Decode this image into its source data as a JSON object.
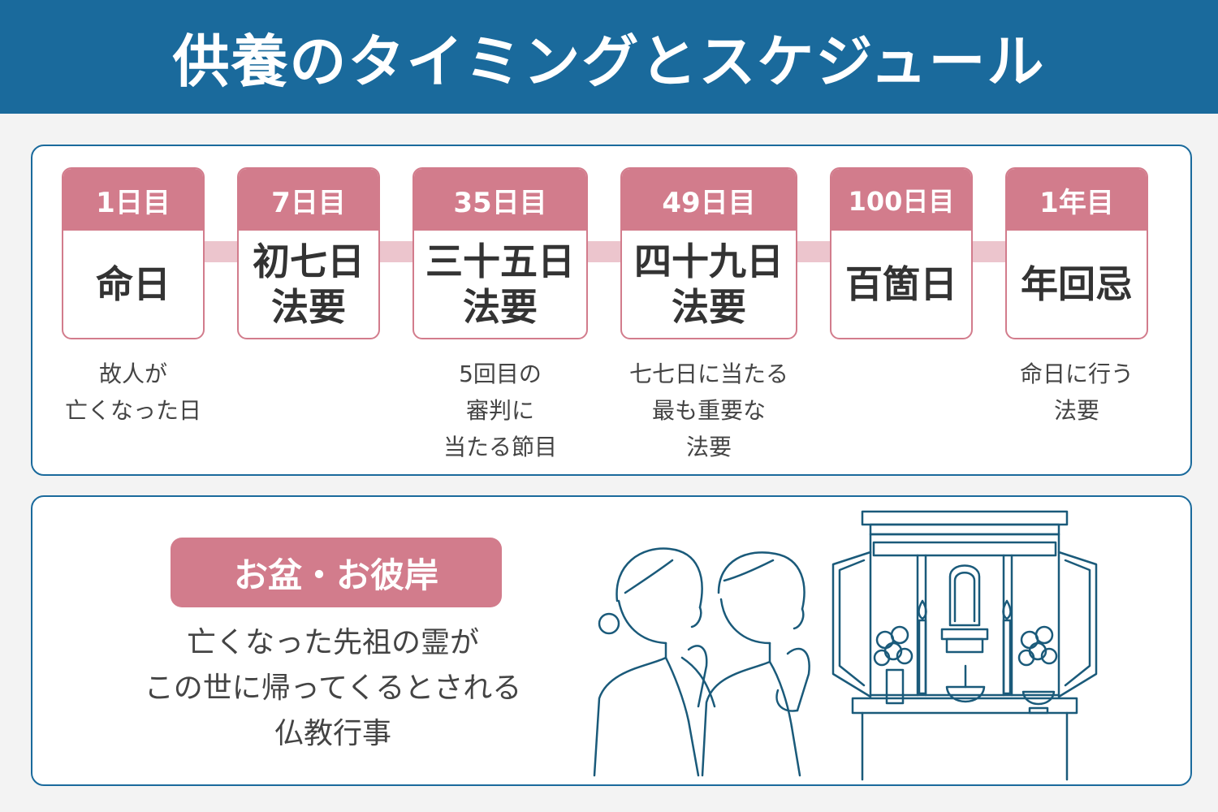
{
  "header": {
    "title": "供養のタイミングとスケジュール"
  },
  "timeline": [
    {
      "day": "1日目",
      "name": "命日",
      "note": "故人が\n亡くなった日"
    },
    {
      "day": "7日目",
      "name": "初七日\n法要",
      "note": ""
    },
    {
      "day": "35日目",
      "name": "三十五日\n法要",
      "note": "5回目の\n審判に\n当たる節目"
    },
    {
      "day": "49日目",
      "name": "四十九日\n法要",
      "note": "七七日に当たる\n最も重要な\n法要"
    },
    {
      "day": "100日目",
      "name": "百箇日",
      "note": ""
    },
    {
      "day": "1年目",
      "name": "年回忌",
      "note": "命日に行う\n法要"
    }
  ],
  "obon": {
    "label": "お盆・お彼岸",
    "description": "亡くなった先祖の霊が\nこの世に帰ってくるとされる\n仏教行事"
  },
  "colors": {
    "header": "#1a6a9c",
    "accent": "#d27c8c",
    "connector": "#ecc5cd",
    "line": "#1a5a7a"
  },
  "icons": [
    "praying-people-icon",
    "butsudan-altar-icon"
  ]
}
